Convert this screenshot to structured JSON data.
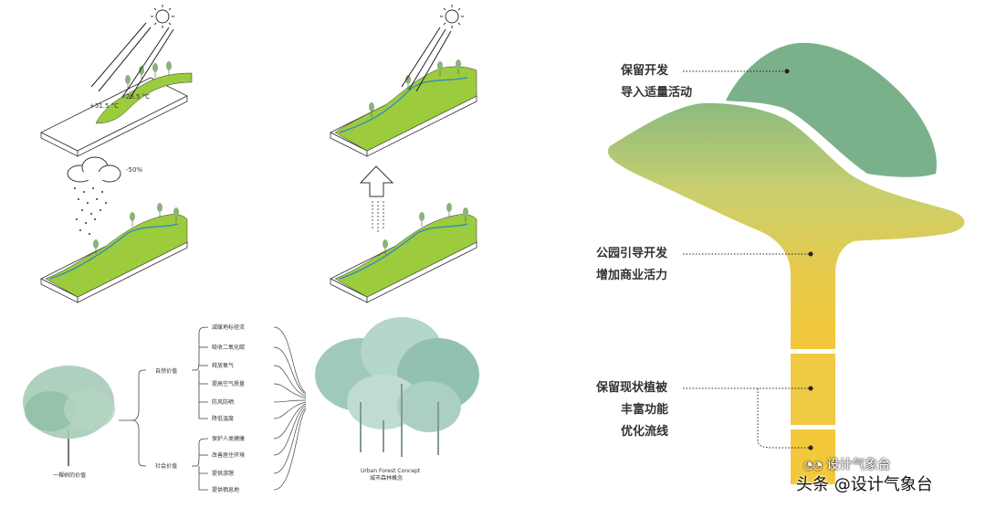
{
  "left_top": {
    "temp_cold": "+51.5 °C",
    "temp_warm": "+26.5 °C",
    "rain_percent": "-50%"
  },
  "value_diagram": {
    "tree_caption": "一棵树的价值",
    "natural_value": "自然价值",
    "social_value": "社会价值",
    "natural_items": [
      "减缓地标径流",
      "吸收二氧化碳",
      "释放氧气",
      "提高空气质量",
      "防风防晒",
      "降低温度"
    ],
    "social_items": [
      "保护人类健康",
      "改善居住环境",
      "提供游憩",
      "提供栖息地"
    ],
    "urban_title": "Urban Forest Concept",
    "urban_subtitle": "城市森林概念"
  },
  "tree_diagram": {
    "labels": [
      {
        "line1": "保留开发",
        "line2": "导入适量活动"
      },
      {
        "line1": "公园引导开发",
        "line2": "增加商业活力"
      },
      {
        "line1": "保留现状植被",
        "line2": "丰富功能",
        "line3": "优化流线"
      }
    ],
    "colors": {
      "canopy_top": "#7eb287",
      "canopy_bottom_light": "#a5c48a",
      "trunk_yellow": "#f0c93c"
    }
  },
  "watermark": {
    "small": "设计气象台",
    "main": "头条 @设计气象台"
  }
}
